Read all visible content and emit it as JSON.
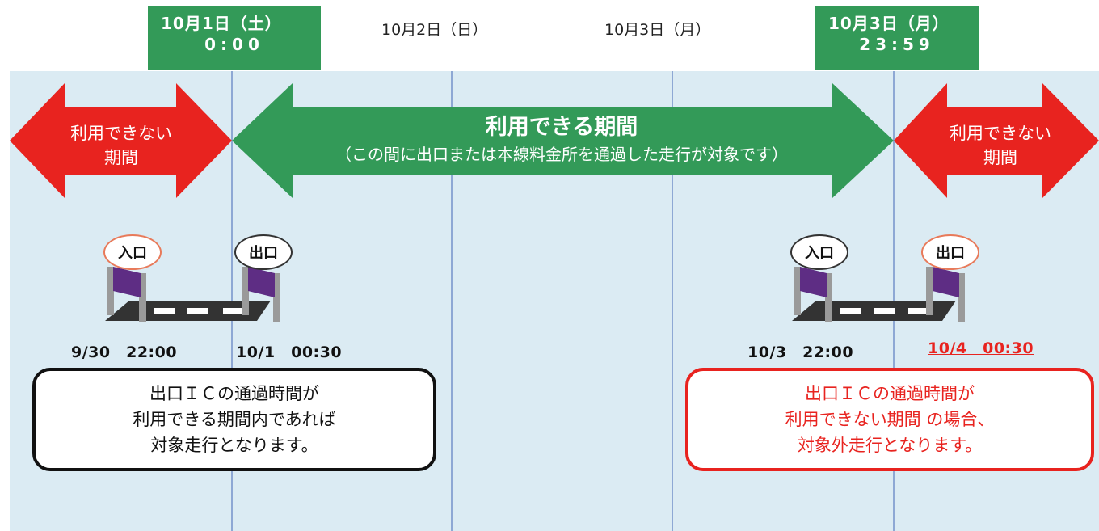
{
  "header": {
    "start_box": {
      "line1": "10月1日（土）",
      "line2": "0:00"
    },
    "day2": "10月2日（日）",
    "day3": "10月3日（月）",
    "end_box": {
      "line1": "10月3日（月）",
      "line2": "23:59"
    }
  },
  "periods": {
    "unavailable_left": {
      "line1": "利用できない",
      "line2": "期間"
    },
    "available": {
      "title": "利用できる期間",
      "subtitle": "（この間に出口または本線料金所を通過した走行が対象です）"
    },
    "unavailable_right": {
      "line1": "利用できない",
      "line2": "期間"
    }
  },
  "gates": {
    "left_entry": "入口",
    "left_exit": "出口",
    "right_entry": "入口",
    "right_exit": "出口"
  },
  "times": {
    "left_entry": "9/30　22:00",
    "left_exit": "10/1　00:30",
    "right_entry": "10/3　22:00",
    "right_exit": "10/4　00:30"
  },
  "notes": {
    "left": {
      "line1": "出口ＩＣの通過時間が",
      "line2": "利用できる期間内であれば",
      "line3": "対象走行となります。"
    },
    "right": {
      "line1": "出口ＩＣの通過時間が",
      "line2": "利用できない期間 の場合、",
      "line3": "対象外走行となります。"
    }
  },
  "colors": {
    "band": "#dbebf3",
    "green": "#339a58",
    "red": "#e8231f",
    "divider": "#8ea8d4"
  }
}
